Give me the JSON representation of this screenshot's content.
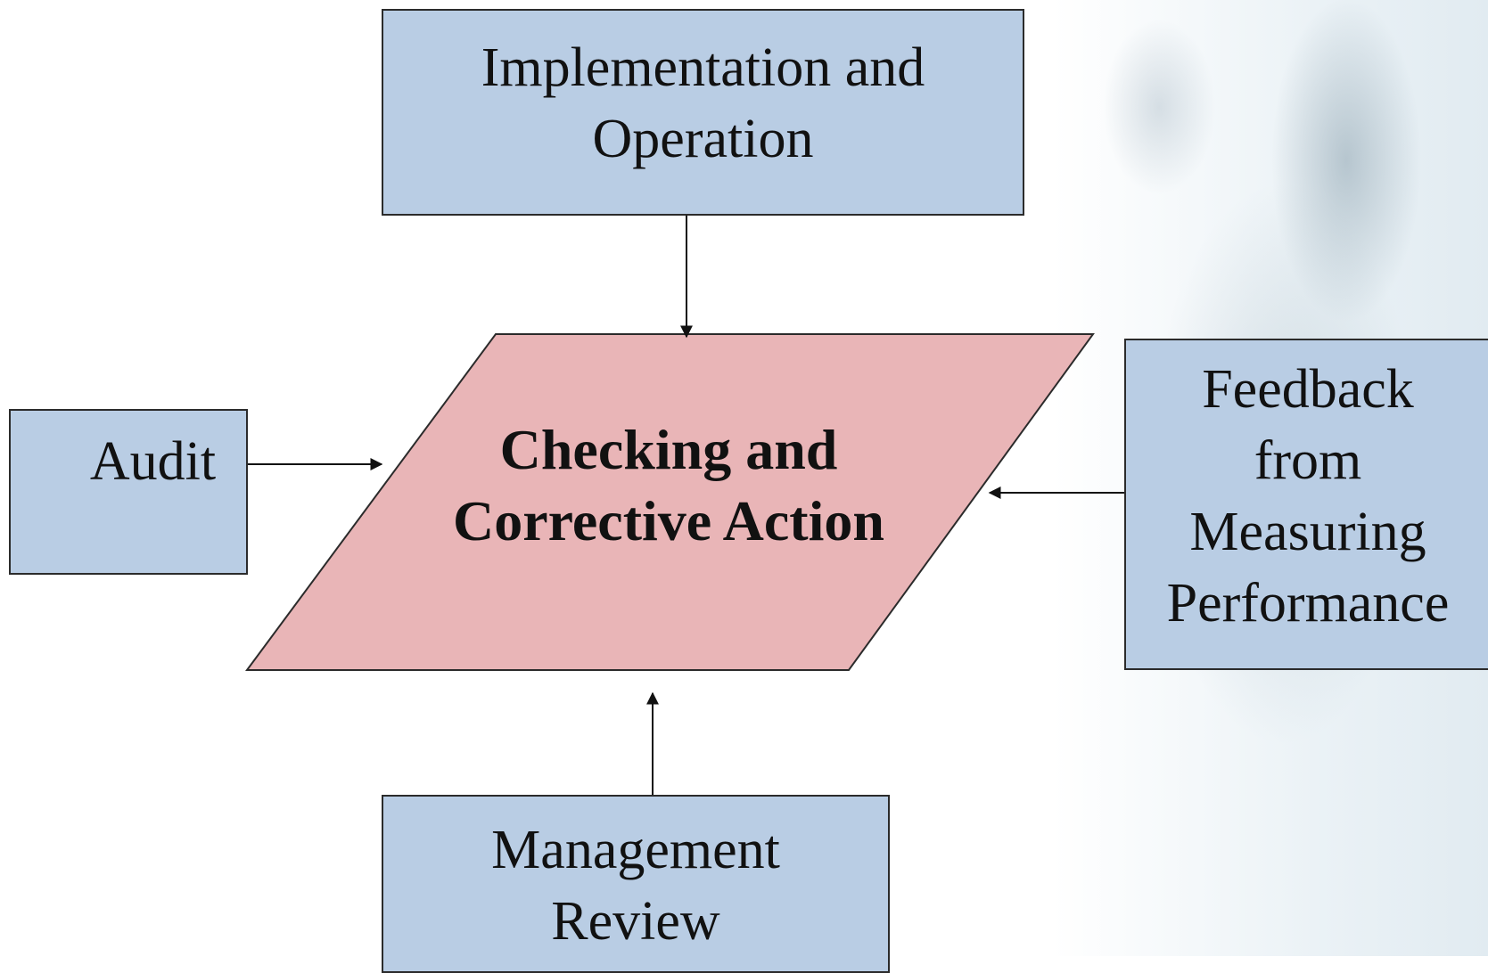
{
  "nodes": {
    "implementation": "Implementation and\nOperation",
    "audit": "Audit",
    "center": "Checking and\nCorrective Action",
    "feedback": "Feedback\nfrom\nMeasuring\nPerformance",
    "management": "Management\nReview"
  },
  "colors": {
    "box_fill": "#b9cde4",
    "center_fill": "#e9b5b7",
    "stroke": "#2b2b2b"
  }
}
